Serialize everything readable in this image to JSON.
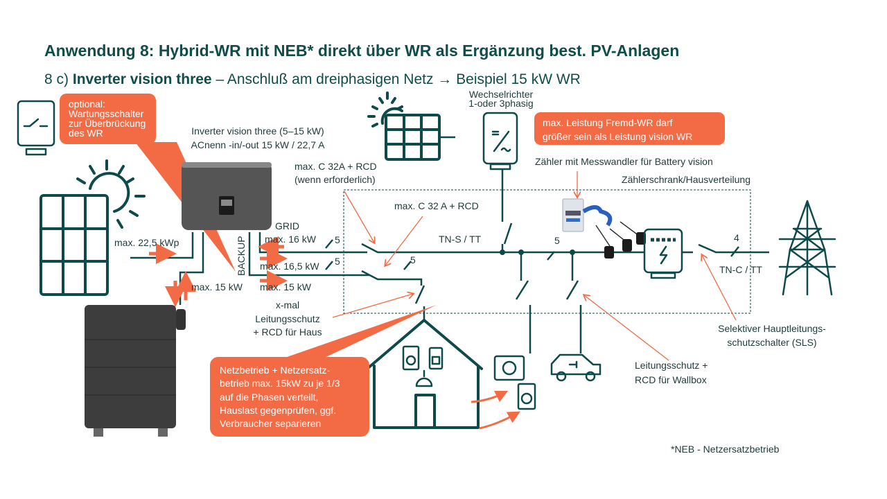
{
  "title": "Anwendung 8: Hybrid-WR mit NEB* direkt über WR als Ergänzung best. PV-Anlagen",
  "subtitle": {
    "prefix": "8 c)",
    "bold": "Inverter vision three",
    "rest": "– Anschluß am dreiphasigen Netz → Beispiel 15 kW WR"
  },
  "callouts": {
    "wartung": [
      "optional:",
      "Wartungsschalter",
      "zur Überbrückung",
      "des WR"
    ],
    "fremd_wr": [
      "max. Leistung Fremd-WR  darf",
      "größer sein als Leistung vision WR"
    ],
    "netzbetrieb": [
      "Netzbetrieb + Netzersatz-",
      "betrieb max. 15kW zu je 1/3",
      "auf die Phasen verteilt,",
      "Hauslast gegenprüfen, ggf.",
      "Verbraucher separieren"
    ]
  },
  "labels": {
    "inverter": [
      "Inverter vision three (5–15 kW)",
      "ACnenn -in/-out 15 kW / 22,7 A"
    ],
    "pv_max": "max. 22,5 kWp",
    "battery_max": "max. 15 kW",
    "grid": "GRID",
    "backup": "BACKUP",
    "grid_max": "max. 16 kW",
    "backup_max1": "max. 16,5 kW",
    "backup_max2": "max. 15 kW",
    "breaker1": [
      "max. C 32A + RCD",
      "(wenn erforderlich)"
    ],
    "breaker2": "max. C 32 A + RCD",
    "house_prot": [
      "x-mal",
      "Leitungsschutz",
      "+ RCD für Haus"
    ],
    "tns": "TN-S / TT",
    "tnc": "TN-C / TT",
    "wechselrichter": [
      "Wechselrichter",
      "1-oder 3phasig"
    ],
    "zaehler": "Zähler mit Messwandler für Battery vision",
    "zaehlerschrank": "Zählerschrank/Hausverteilung",
    "sls": [
      "Selektiver Hauptleitungs-",
      "schutzschalter (SLS)"
    ],
    "wallbox": [
      "Leitungsschutz +",
      "RCD für Wallbox"
    ],
    "wire5": "5",
    "wire4": "4",
    "footnote": "*NEB - Netzersatzbetrieb"
  },
  "colors": {
    "teal": "#0e4a4a",
    "orange": "#f26b45"
  }
}
